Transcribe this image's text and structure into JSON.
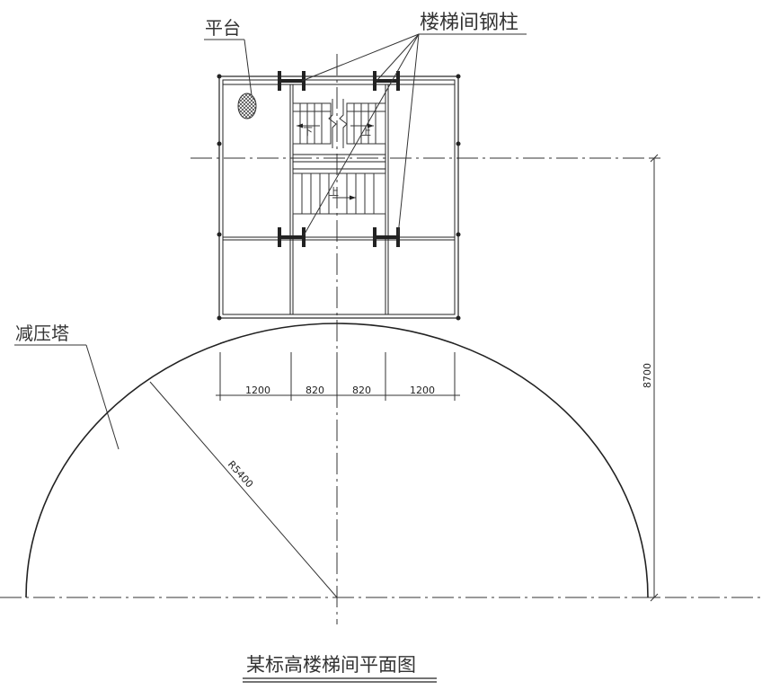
{
  "labels": {
    "platform": "平台",
    "stair_columns": "楼梯间钢柱",
    "relief_tower": "减压塔",
    "radius": "R5400",
    "height_dim": "8700",
    "stair_down": "下",
    "stair_up_left": "上",
    "stair_up_right": "上"
  },
  "dimensions": [
    "1200",
    "820",
    "820",
    "1200"
  ],
  "title": "某标高楼梯间平面图"
}
